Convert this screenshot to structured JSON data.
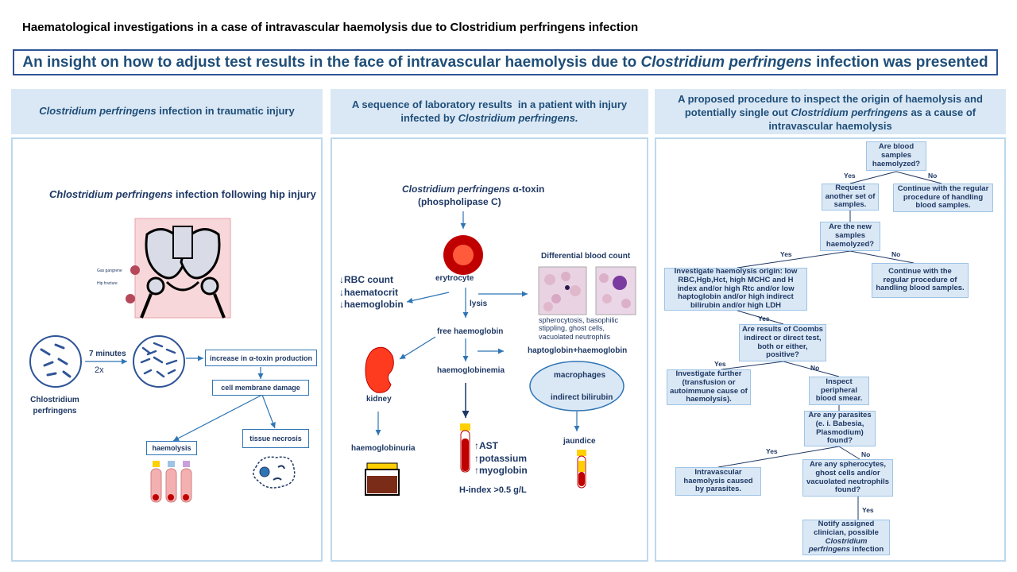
{
  "header": {
    "title": "Haematological investigations in a case of intravascular haemolysis due to Clostridium perfringens infection",
    "insight_prefix": "An insight on how to adjust test results in the face of intravascular haemolysis due to ",
    "insight_italic": "Clostridium perfringens",
    "insight_suffix": " infection was presented"
  },
  "col1": {
    "head_italic": "Clostridium  perfringens",
    "head_rest": " infection in traumatic injury",
    "sub_italic": "Chlostridium perfringens",
    "sub_rest": " infection following hip injury",
    "gas_gangrene": "Gas gangrene",
    "hip_fracture": "Hip fracture",
    "seven_minutes": "7 minutes",
    "two_x": "2x",
    "organism_line1": "Chlostridium",
    "organism_line2": "perfringens",
    "box_toxin": "increase in α-toxin production",
    "box_membrane": "cell membrane damage",
    "box_haemolysis": "haemolysis",
    "box_necrosis": "tissue necrosis"
  },
  "col2": {
    "head_line1": "A sequence of laboratory results  in a patient with injury",
    "head_line2_prefix": "infected by ",
    "head_line2_italic": "Clostridium perfringens.",
    "toxin_italic": "Clostridium perfringens",
    "toxin_rest": " α-toxin",
    "phospholipase": "(phospholipase C)",
    "erytrocyte": "erytrocyte",
    "differential": "Differential blood count",
    "rbc1": "↓RBC count",
    "rbc2": "↓haematocrit",
    "rbc3": "↓haemoglobin",
    "lysis": "lysis",
    "smear_text": "spherocytosis, basophilic stippling, ghost cells, vacuolated neutrophils",
    "free_hb": "free haemoglobin",
    "hapto_hb": "haptoglobin+haemoglobin",
    "kidney": "kidney",
    "hb_nemia": "haemoglobinemia",
    "macrophages": "macrophages",
    "indirect_bili": "indirect bilirubin",
    "hb_uria": "haemoglobinuria",
    "ast": "↑AST",
    "potassium": "↑potassium",
    "myoglobin": "↑myoglobin",
    "jaundice": "jaundice",
    "h_index": "H-index >0.5 g/L"
  },
  "col3": {
    "head_line1": "A proposed procedure to inspect the origin of haemolysis and",
    "head_line2_prefix": "potentially single out ",
    "head_line2_italic": "Clostridium perfringens",
    "head_line2_suffix": " as a cause of",
    "head_line3": "intravascular haemolysis",
    "yes": "Yes",
    "no": "No",
    "q1": "Are blood samples haemolyzed?",
    "a_request": "Request another set of samples.",
    "a_continue1": "Continue with the regular procedure of handling blood samples.",
    "q2": "Are the new samples haemolyzed?",
    "a_investigate": "Investigate haemolysis origin: low RBC,Hgb,Hct,  high MCHC and H index and/or high Rtc and/or low haptoglobin and/or high indirect bilirubin and/or high LDH",
    "a_continue2": "Continue with the regular procedure of handling blood samples.",
    "q3": "Are results of Coombs indirect or direct test, both or either, positive?",
    "a_further": "Investigate further (transfusion or autoimmune cause of haemolysis).",
    "a_inspect": "Inspect peripheral blood smear.",
    "q4": "Are any parasites (e. i. Babesia, Plasmodium) found?",
    "a_parasites": "Intravascular haemolysis caused by parasites.",
    "q5": "Are any spherocytes, ghost cells and/or vacuolated neutrophils found?",
    "a_notify_prefix": "Notify assigned clinician, possible ",
    "a_notify_italic": "Clostridium perfringens",
    "a_notify_suffix": " infection"
  },
  "colors": {
    "navy": "#1f3864",
    "accent": "#2f75b5",
    "panel_fill": "#dae8f5",
    "panel_border": "#bcd8ee",
    "blood_red": "#c00000"
  }
}
